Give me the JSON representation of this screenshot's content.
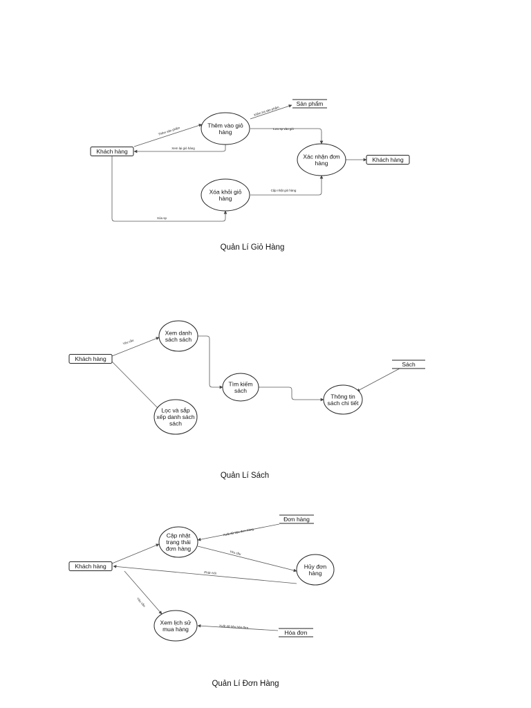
{
  "diagrams": [
    {
      "caption": "Quản Lí Giỏ Hàng",
      "nodes": [
        {
          "id": "kh1",
          "label": [
            "Khách hàng"
          ]
        },
        {
          "id": "them",
          "label": [
            "Thêm vào giỏ",
            "hàng"
          ]
        },
        {
          "id": "xoa",
          "label": [
            "Xóa khỏi giỏ",
            "hàng"
          ]
        },
        {
          "id": "xacnhan",
          "label": [
            "Xác nhận đơn",
            "hàng"
          ]
        },
        {
          "id": "kh2",
          "label": [
            "Khách hàng"
          ]
        },
        {
          "id": "sanpham",
          "label": [
            "Sản phẩm"
          ]
        }
      ],
      "edges": [
        {
          "id": "e1",
          "label": "Thêm sản phẩm"
        },
        {
          "id": "e2",
          "label": "Xem lại giỏ hàng"
        },
        {
          "id": "e3",
          "label": "Kiểm tra sản phẩm"
        },
        {
          "id": "e4",
          "label": "Lưu sp vào giỏ"
        },
        {
          "id": "e5",
          "label": "Cập nhật giỏ hàng"
        },
        {
          "id": "e6",
          "label": "Xóa sp"
        },
        {
          "id": "e7",
          "label": ""
        }
      ]
    },
    {
      "caption": "Quản Lí Sách",
      "nodes": [
        {
          "id": "kh",
          "label": [
            "Khách hàng"
          ]
        },
        {
          "id": "xemds",
          "label": [
            "Xem danh",
            "sách sách"
          ]
        },
        {
          "id": "loc",
          "label": [
            "Lọc và sắp",
            "xếp danh sách",
            "sách"
          ]
        },
        {
          "id": "timkiem",
          "label": [
            "Tìm kiếm",
            "sách"
          ]
        },
        {
          "id": "thongtin",
          "label": [
            "Thông tin",
            "sách chi tiết"
          ]
        },
        {
          "id": "sach",
          "label": [
            "Sách"
          ]
        }
      ],
      "edges": [
        {
          "id": "e1",
          "label": "Yêu cầu"
        }
      ]
    },
    {
      "caption": "Quản Lí Đơn Hàng",
      "nodes": [
        {
          "id": "kh",
          "label": [
            "Khách hàng"
          ]
        },
        {
          "id": "capnhat",
          "label": [
            "Cập nhật",
            "trạng thái",
            "đơn hàng"
          ]
        },
        {
          "id": "huy",
          "label": [
            "Hủy đơn",
            "hàng"
          ]
        },
        {
          "id": "xemls",
          "label": [
            "Xem lịch sử",
            "mua hàng"
          ]
        },
        {
          "id": "donhang",
          "label": [
            "Đơn hàng"
          ]
        },
        {
          "id": "hoadon",
          "label": [
            "Hóa đơn"
          ]
        }
      ],
      "edges": [
        {
          "id": "e1",
          "label": "Xuất dữ liệu đơn hàng"
        },
        {
          "id": "e2",
          "label": "Yêu cầu"
        },
        {
          "id": "e3",
          "label": "Phản hồi"
        },
        {
          "id": "e4",
          "label": "Yêu cầu"
        },
        {
          "id": "e5",
          "label": "Xuất dữ liệu hóa đơn"
        }
      ]
    }
  ]
}
